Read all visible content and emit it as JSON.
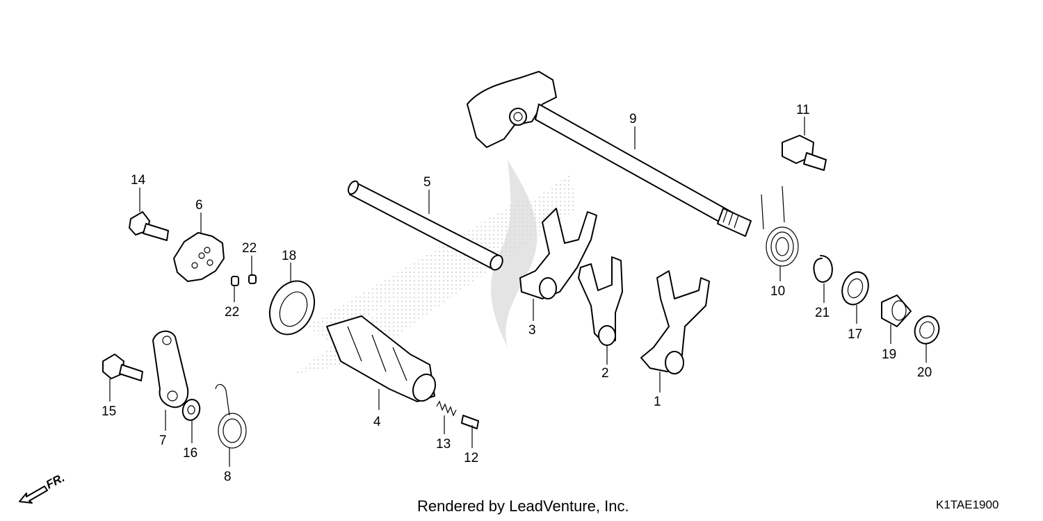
{
  "footer": {
    "rendered_by": "Rendered by LeadVenture, Inc.",
    "diagram_code": "K1TAE1900"
  },
  "direction_label": "FR.",
  "callouts": [
    "1",
    "2",
    "3",
    "4",
    "5",
    "6",
    "7",
    "8",
    "9",
    "10",
    "11",
    "12",
    "13",
    "14",
    "15",
    "16",
    "17",
    "18",
    "19",
    "20",
    "21",
    "22",
    "22"
  ],
  "colors": {
    "line": "#000000",
    "background": "#ffffff",
    "watermark": "#d9d9d9"
  }
}
